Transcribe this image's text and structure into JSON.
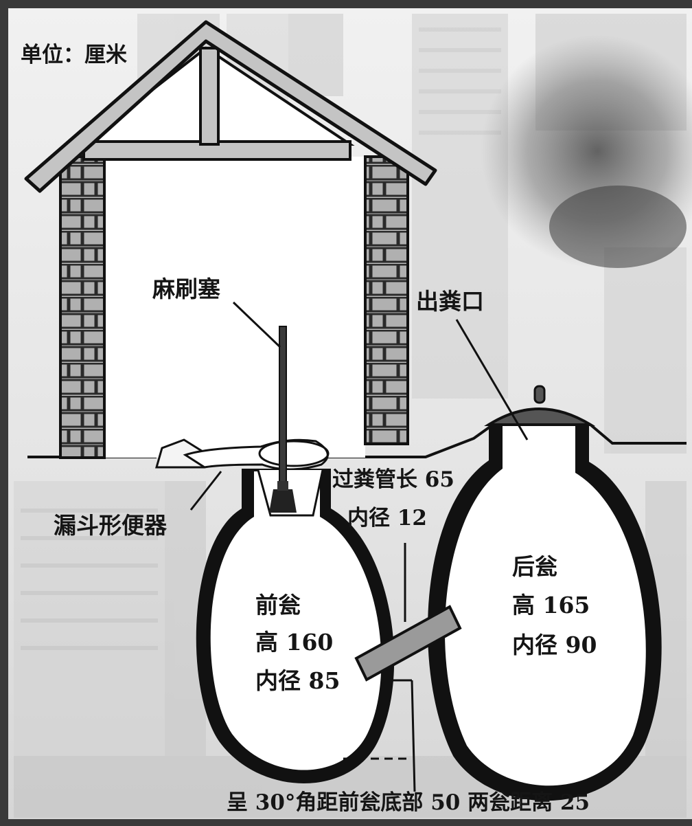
{
  "diagram": {
    "unit_label": "单位：厘米",
    "labels": {
      "plug": "麻刷塞",
      "outlet": "出粪口",
      "funnel_toilet": "漏斗形便器",
      "pipe_length": "过粪管长 65",
      "pipe_diameter": "内径 12",
      "front_jar_name": "前瓮",
      "front_jar_height": "高 160",
      "front_jar_diameter": "内径 85",
      "rear_jar_name": "后瓮",
      "rear_jar_height": "高 165",
      "rear_jar_diameter": "内径 90",
      "bottom_note": "呈 30°角距前瓮底部 50 两瓮距离 25"
    },
    "colors": {
      "background": "#e9e9e9",
      "outline": "#111111",
      "brick_fill": "#b3b3b3",
      "pipe_fill": "#9a9a9a",
      "frame": "#3a3a3a"
    }
  }
}
